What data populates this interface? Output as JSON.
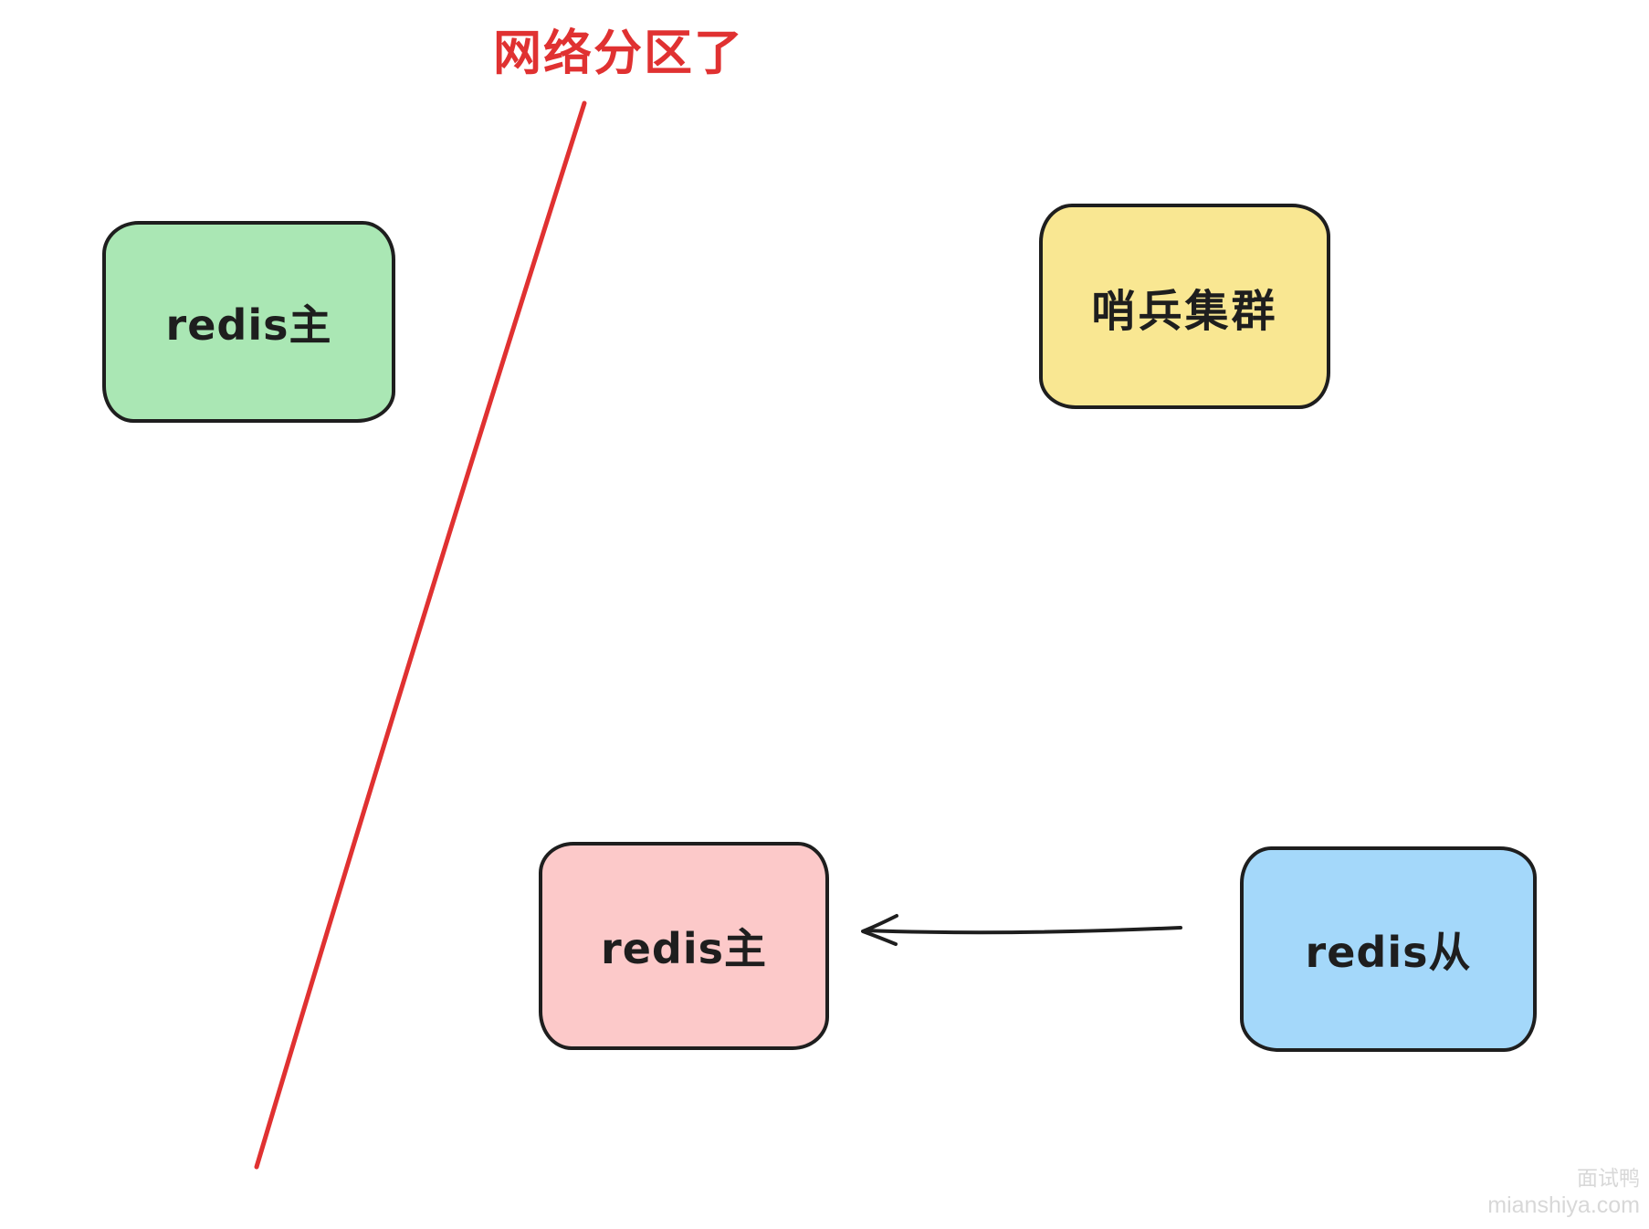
{
  "title": {
    "text": "网络分区了"
  },
  "colors": {
    "stroke": "#1e1e1e",
    "partition_line": "#e03131",
    "title_text": "#e03131",
    "green_fill": "#aae7b4",
    "yellow_fill": "#f9e792",
    "pink_fill": "#fcc9c9",
    "blue_fill": "#a4d8fa",
    "watermark_text": "#d8d8d8"
  },
  "nodes": [
    {
      "id": "redis-master-isolated",
      "label": "redis主",
      "fill": "#aae7b4"
    },
    {
      "id": "sentinel-cluster",
      "label": "哨兵集群",
      "fill": "#f9e792"
    },
    {
      "id": "redis-master-new",
      "label": "redis主",
      "fill": "#fcc9c9"
    },
    {
      "id": "redis-slave",
      "label": "redis从",
      "fill": "#a4d8fa"
    }
  ],
  "edges": [
    {
      "id": "replication-arrow",
      "from": "redis-slave",
      "to": "redis-master-new",
      "arrowhead": "left"
    },
    {
      "id": "network-partition-line",
      "style": "diagonal"
    }
  ],
  "watermark": {
    "line1": "面试鸭",
    "line2": "mianshiya.com"
  }
}
